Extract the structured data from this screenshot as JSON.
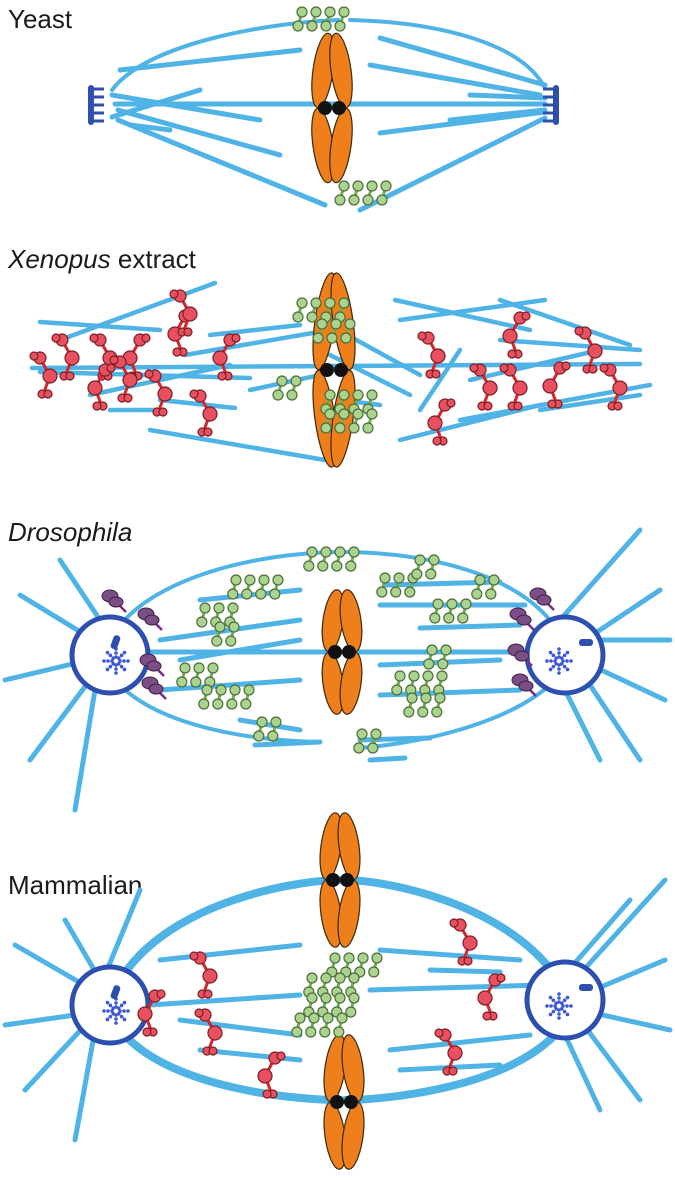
{
  "panels": {
    "yeast": {
      "label": "Yeast"
    },
    "xenopus": {
      "label_italic": "Xenopus",
      "label_rest": " extract"
    },
    "drosophila": {
      "label": "Drosophila"
    },
    "mammalian": {
      "label": "Mammalian"
    }
  },
  "colors": {
    "microtubule": "#4fb3e6",
    "chromosome": "#ef7f1a",
    "centromere": "#111111",
    "centrosome": "#2d4fb0",
    "green_motor": "#a9d38e",
    "red_motor": "#e8505f",
    "purple_motor": "#7b4f86"
  }
}
